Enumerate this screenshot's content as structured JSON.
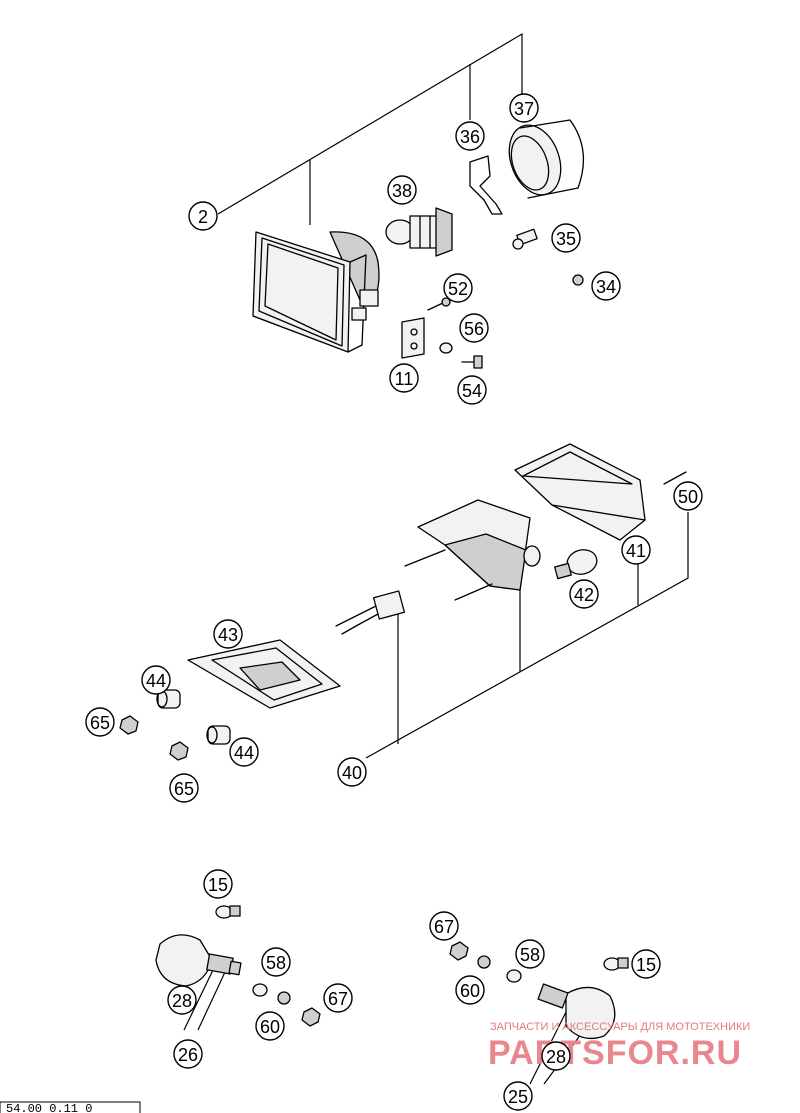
{
  "callouts": [
    {
      "label": "37"
    },
    {
      "label": "36"
    },
    {
      "label": "38"
    },
    {
      "label": "2"
    },
    {
      "label": "35"
    },
    {
      "label": "34"
    },
    {
      "label": "52"
    },
    {
      "label": "56"
    },
    {
      "label": "11"
    },
    {
      "label": "54"
    },
    {
      "label": "50"
    },
    {
      "label": "41"
    },
    {
      "label": "42"
    },
    {
      "label": "43"
    },
    {
      "label": "44"
    },
    {
      "label": "65"
    },
    {
      "label": "44"
    },
    {
      "label": "65"
    },
    {
      "label": "40"
    },
    {
      "label": "15"
    },
    {
      "label": "58"
    },
    {
      "label": "67"
    },
    {
      "label": "60"
    },
    {
      "label": "28"
    },
    {
      "label": "26"
    },
    {
      "label": "67"
    },
    {
      "label": "58"
    },
    {
      "label": "15"
    },
    {
      "label": "60"
    },
    {
      "label": "28"
    },
    {
      "label": "25"
    }
  ],
  "watermark": {
    "line1": "ЗАПЧАСТИ И АКСЕССУАРЫ ДЛЯ МОТОТЕХНИКИ",
    "line2": "PARTSFOR.RU"
  },
  "figure_code": "54.00 0.11 0"
}
